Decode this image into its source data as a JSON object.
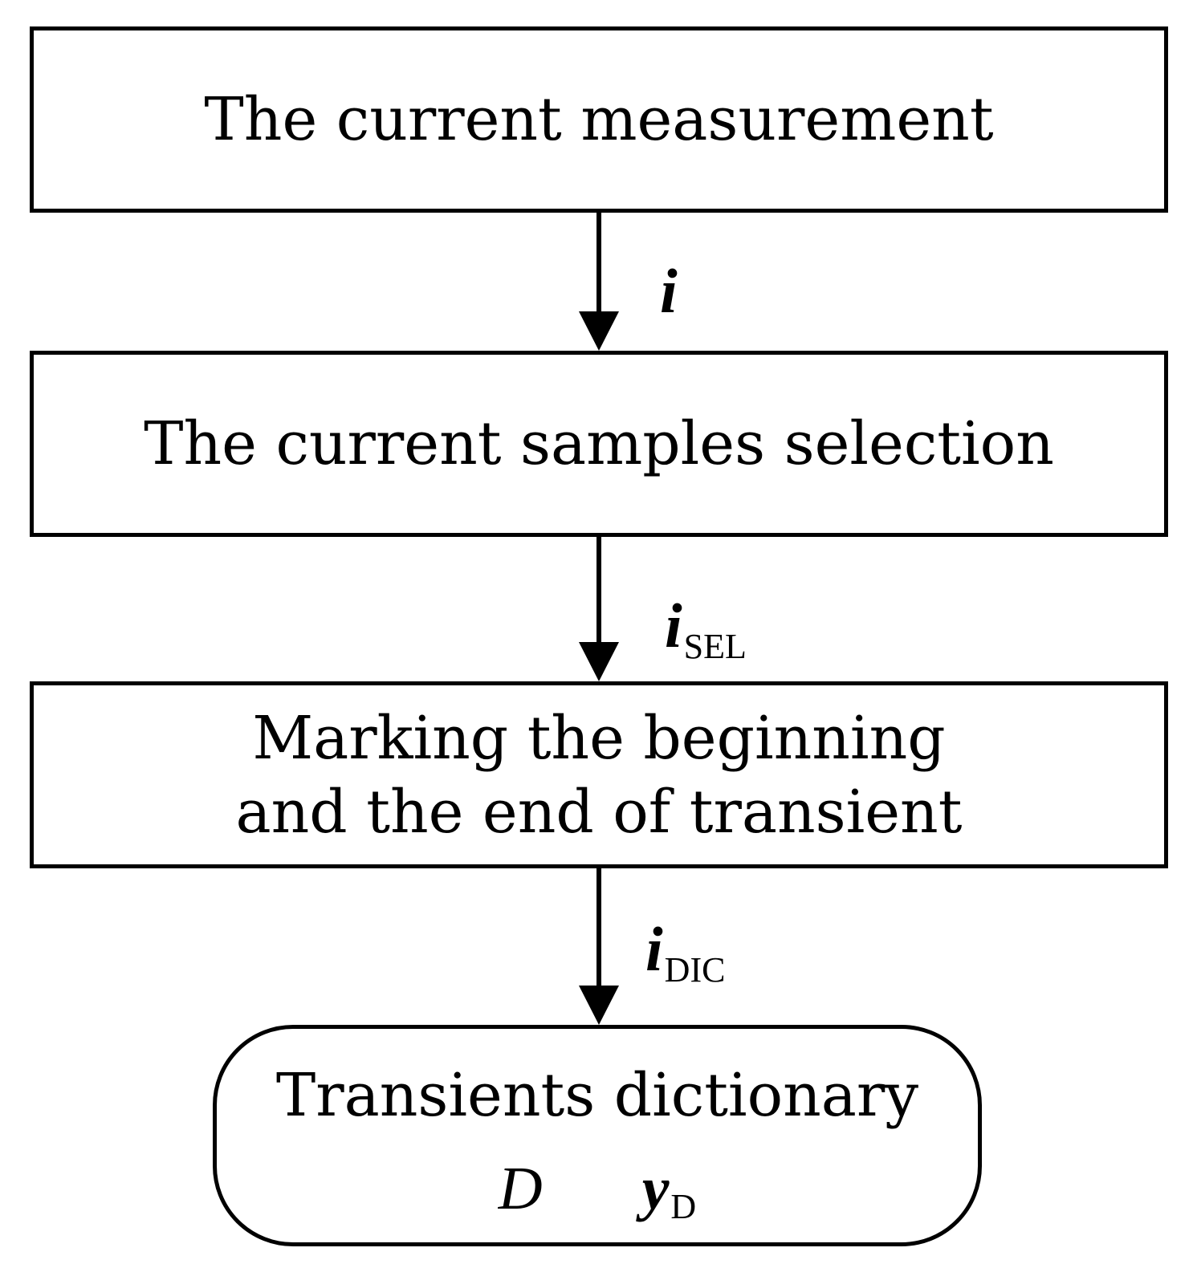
{
  "boxes": {
    "measurement": "The current measurement",
    "selection": "The current samples selection",
    "marking_line1": "Marking the beginning",
    "marking_line2": "and the end of transient",
    "dictionary": "Transients dictionary"
  },
  "dictionary_symbols": {
    "D": "D",
    "y": "y",
    "y_sub": "D"
  },
  "edges": {
    "e1": {
      "var": "i",
      "sub": ""
    },
    "e2": {
      "var": "i",
      "sub": "SEL"
    },
    "e3": {
      "var": "i",
      "sub": "DIC"
    }
  }
}
